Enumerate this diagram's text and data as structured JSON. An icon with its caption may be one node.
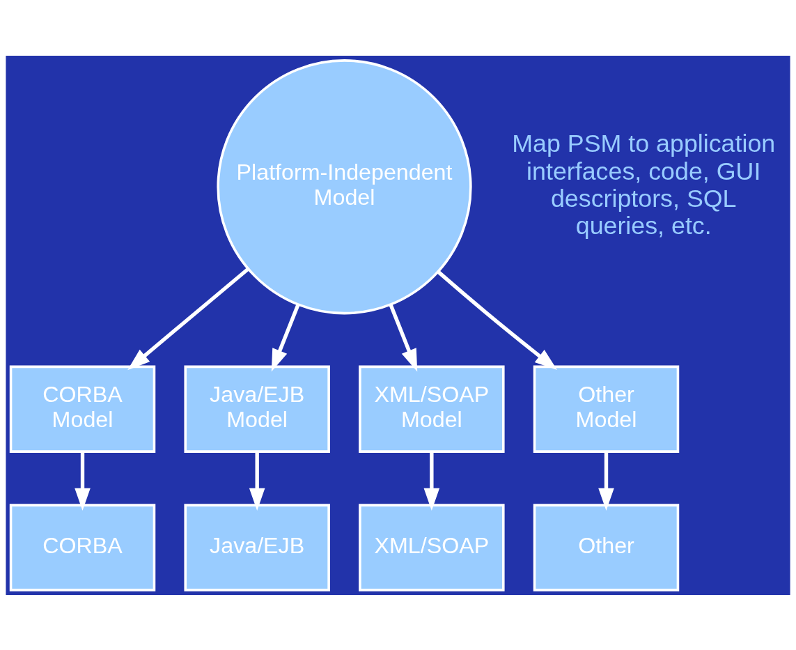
{
  "diagram": {
    "nodes": [
      {
        "text": [
          "Platform-Independent Model"
        ]
      },
      {
        "text": [
          "CORBA Model"
        ]
      },
      {
        "text": [
          "Java/EJB Model"
        ]
      },
      {
        "text": [
          "XML/SOAP Model"
        ]
      },
      {
        "text": [
          "Other Model"
        ]
      },
      {
        "text": [
          "CORBA"
        ]
      },
      {
        "text": [
          "Java/EJB"
        ]
      },
      {
        "text": [
          "XML/SOAP"
        ]
      },
      {
        "text": [
          "Other"
        ]
      }
    ],
    "edges": [
      {
        "from": 0,
        "to": 1,
        "arrow": "to"
      },
      {
        "from": 0,
        "to": 2,
        "arrow": "to"
      },
      {
        "from": 0,
        "to": 3,
        "arrow": "to"
      },
      {
        "from": 0,
        "to": 4,
        "arrow": "to"
      },
      {
        "from": 1,
        "to": 5,
        "arrow": "to"
      },
      {
        "from": 2,
        "to": 6,
        "arrow": "to"
      },
      {
        "from": 3,
        "to": 7,
        "arrow": "to"
      },
      {
        "from": 4,
        "to": 8,
        "arrow": "to"
      }
    ],
    "labels": [
      "Map PSM to application interfaces, code, GUI descriptors, SQL queries, etc."
    ]
  }
}
